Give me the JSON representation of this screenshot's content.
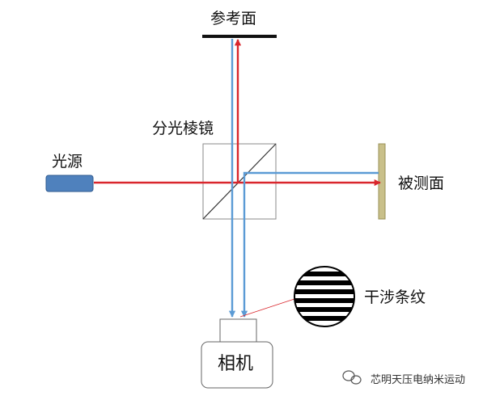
{
  "labels": {
    "reference": "参考面",
    "beam_splitter": "分光棱镜",
    "light_source": "光源",
    "test_surface": "被测面",
    "fringes": "干涉条纹",
    "camera": "相机"
  },
  "watermark": {
    "text": "芯明天压电纳米运动"
  },
  "colors": {
    "red_beam": "#d9262c",
    "blue_beam": "#5b9bd5",
    "source_fill": "#4f81bd",
    "test_surface_fill": "#c9c08a",
    "outline": "#888888",
    "text": "#111111"
  }
}
